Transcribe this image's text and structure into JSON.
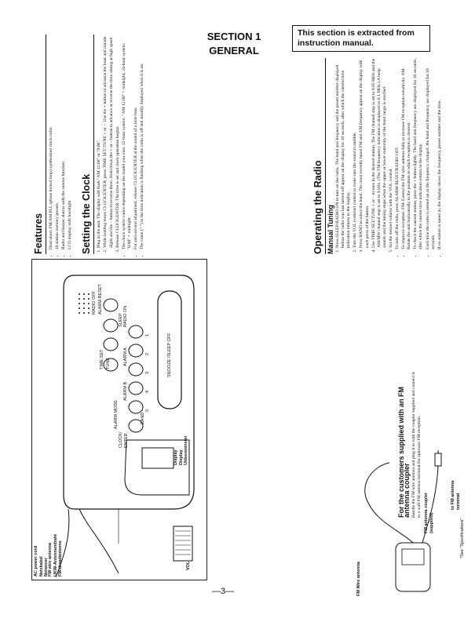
{
  "header": {
    "section": "SECTION 1",
    "title": "GENERAL",
    "note": "This section is extracted from instruction manual."
  },
  "page_number": "—3—",
  "features": {
    "title": "Features",
    "items": [
      "Dual alarm FM/AM PLL (phase locked loop) synthesized clock radio",
      "10 station memory presets",
      "Radio and buzzer alarms with the snooze function",
      "LCD display with backlight"
    ]
  },
  "clock": {
    "title": "Setting the Clock",
    "steps": [
      "Plug in the unit. The display will flash \"AM 12:00\" or \"0:00\".",
      "While holding down CLOCK/ENTER, press TIME SET/TUNE + or –. Use the + button to advance the hour and minute digits and the – button to reverse them. Hold down the + or – button to advance or reverse the time setting at high speed.",
      "Release CLOCK/ENTER. The time is set and clock operation begins."
    ],
    "notes": [
      "The clock system varies depending on the model you own. 12-hour system: \"AM 12:00\" = midnight; 24-hour system: \"0:00\" = midnight",
      "For zero second adjustment, release CLOCK/ENTER at the sound of a time tone.",
      "The colon (\":\") in the time indication is flashing when the radio is off and steadily displayed when it is on."
    ]
  },
  "radio": {
    "title": "Operating the Radio",
    "subtitle": "Manual Tuning",
    "steps": [
      "Press SLEEP/RADIO ON to turn on the radio. The band and frequency and the preset number displayed before the radio was last turned off appear on the display for 10 seconds, after which the current time indication returns to the display.",
      "Turn the VOL (volume) control to make sure the sound is audible.",
      "Press BAND to select the band. The most recently tuned FM and AM frequency appear on the display with each press of the button.",
      "Use TIME SET/TUNE + or – to tune in the desired station. The FM channel step is set to 0.05 MHz and the AM/MW channel step is set to 9 kHz. (The FM frequency indication is displayed to 0.1 MHz.) A beep sounds and the tuning stops when the upper or lower extremity of the band range is reached.",
      "Set the desired volume with the VOL control."
    ],
    "notes": [
      "To turn off the radio, press ALARM RESET/RADIO OFF.",
      "To improve reception: FM: Extend the FM wire antenna fully to increase FM reception sensitivity. AM: Rotate the unit horizontally to the position in which reception is clearest.",
      "To check the current station, press the + button lightly. The band and frequency are displayed for 10 seconds, after which the current time indication returns to the display.",
      "Each time the radio is turned on or the frequency changed, the band and frequency are displayed for 10 seconds.",
      "If no station is tuned in, the display shows the frequency, preset number and the time."
    ],
    "customer_title": "For the customers supplied with an FM antenna coupler",
    "customer_text": "Bundle the FM wire antenna and plug it in with the coupler supplied and connect it to a wall FM antenna terminal for optimum FM reception.",
    "labels": {
      "coupler": "FM antenna coupler (supplied)",
      "terminal": "to FM antenna terminal",
      "wire": "FM Wire antenna",
      "see": "*See \"Specifications\""
    }
  },
  "diagram": {
    "buttons": {
      "alarm_reset": "ALARM RESET",
      "radio_off": "RADIO OFF",
      "time_set": "TIME SET",
      "tune": "TUNE",
      "clock_enter": "CLOCK/ ENTER",
      "sleep": "SLEEP",
      "radio_on": "RADIO ON",
      "band": "BAND",
      "alarm_mode": "ALARM MODE",
      "alarm_a": "ALARM A",
      "alarm_b": "ALARM B",
      "snooze": "SNOOZE /SLEEP OFF"
    },
    "presets": [
      "1",
      "2",
      "3",
      "4",
      "5"
    ],
    "labels": {
      "ac": "AC power cord\nNetzkabel\nNetsnoer",
      "fm": "FM wire antenna\nUKW-Antennendraht\nFM-draadantenne",
      "display": "Display\nDisplay\nUitleesvenster",
      "vol": "VOL"
    }
  }
}
